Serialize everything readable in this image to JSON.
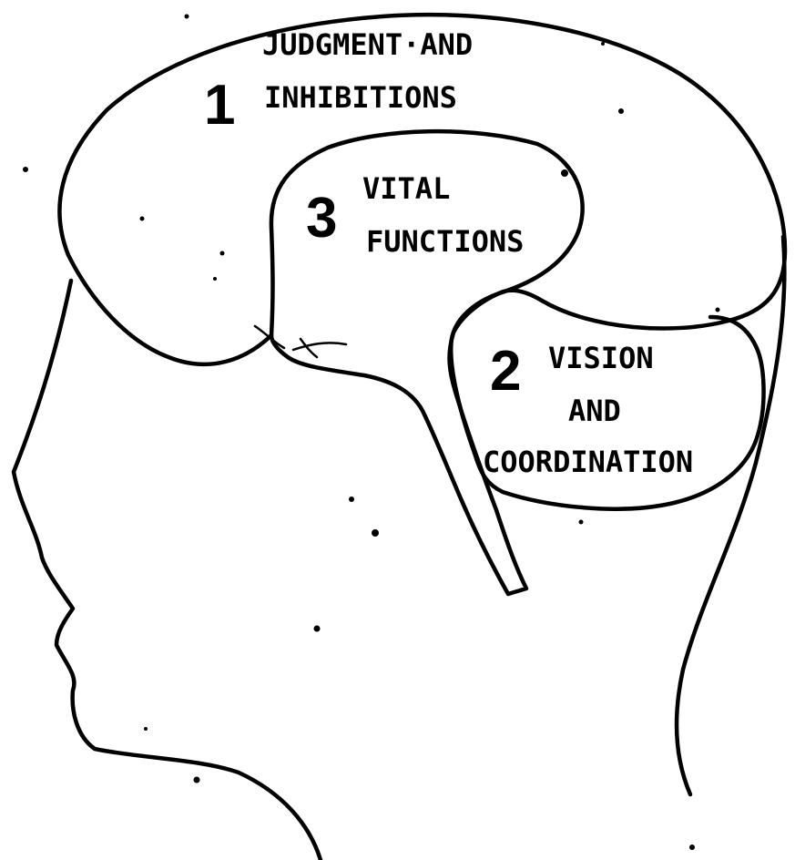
{
  "regions": [
    {
      "number": "1",
      "lines": [
        "JUDGMENT·AND",
        "INHIBITIONS"
      ]
    },
    {
      "number": "2",
      "lines": [
        "VISION",
        "AND",
        "COORDINATION"
      ]
    },
    {
      "number": "3",
      "lines": [
        "VITAL",
        "FUNCTIONS"
      ]
    }
  ]
}
